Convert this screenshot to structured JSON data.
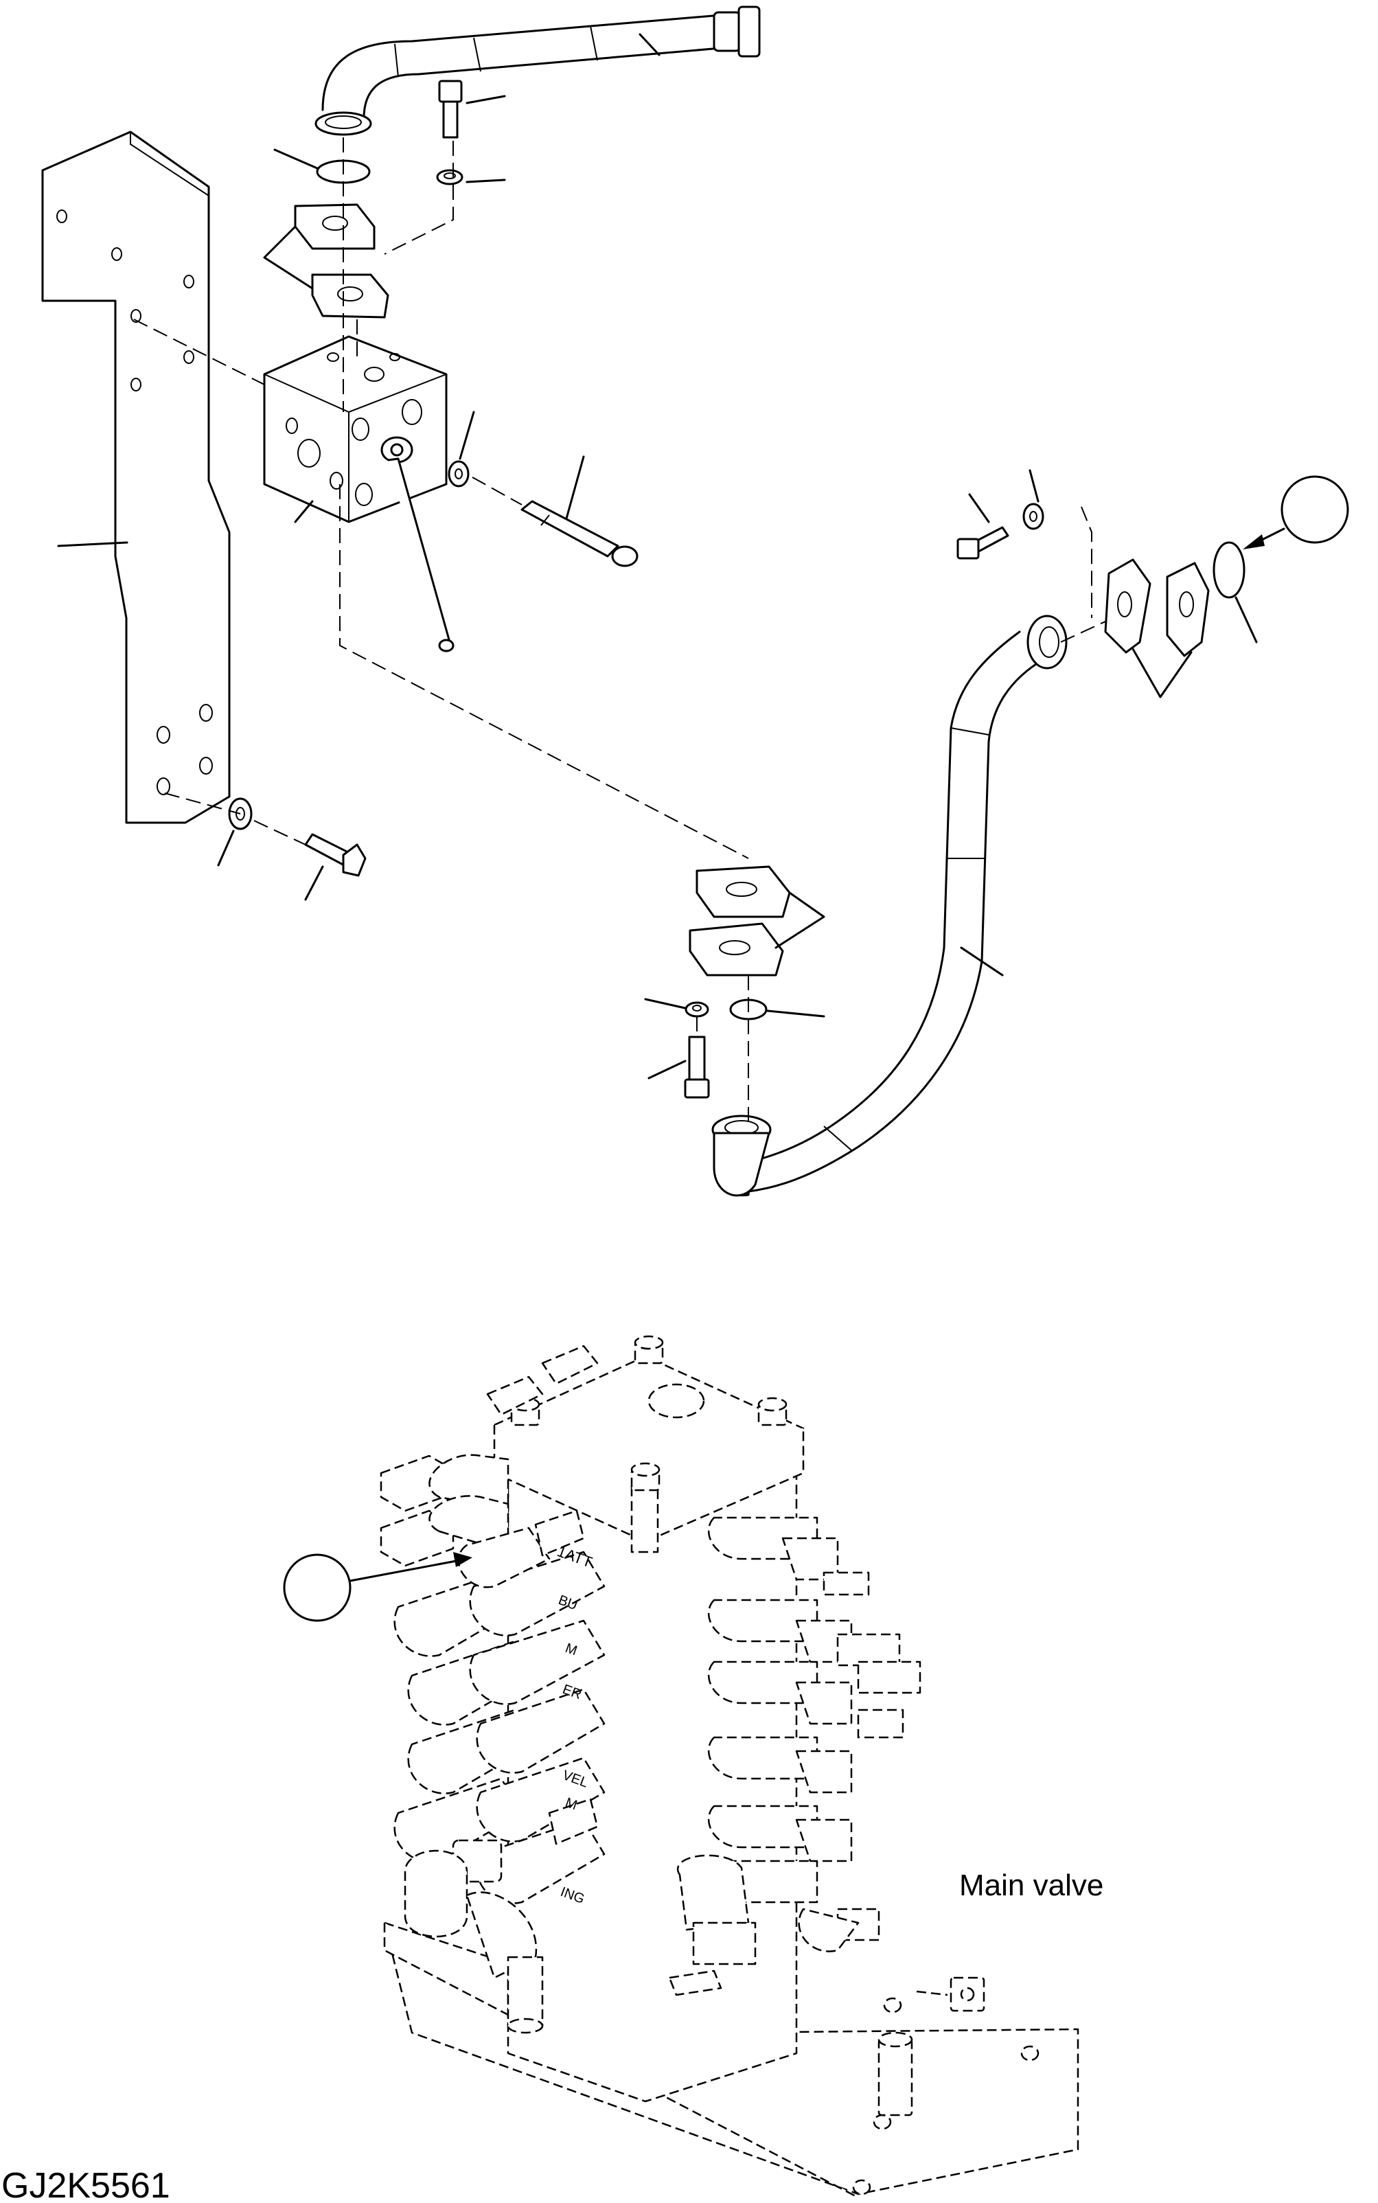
{
  "labels": {
    "main_valve": "Main valve",
    "drawing_code": "GJ2K5561"
  },
  "spool_labels": [
    "1ATT",
    "BU",
    "M",
    "ER",
    "VEL",
    "M",
    "ING"
  ]
}
